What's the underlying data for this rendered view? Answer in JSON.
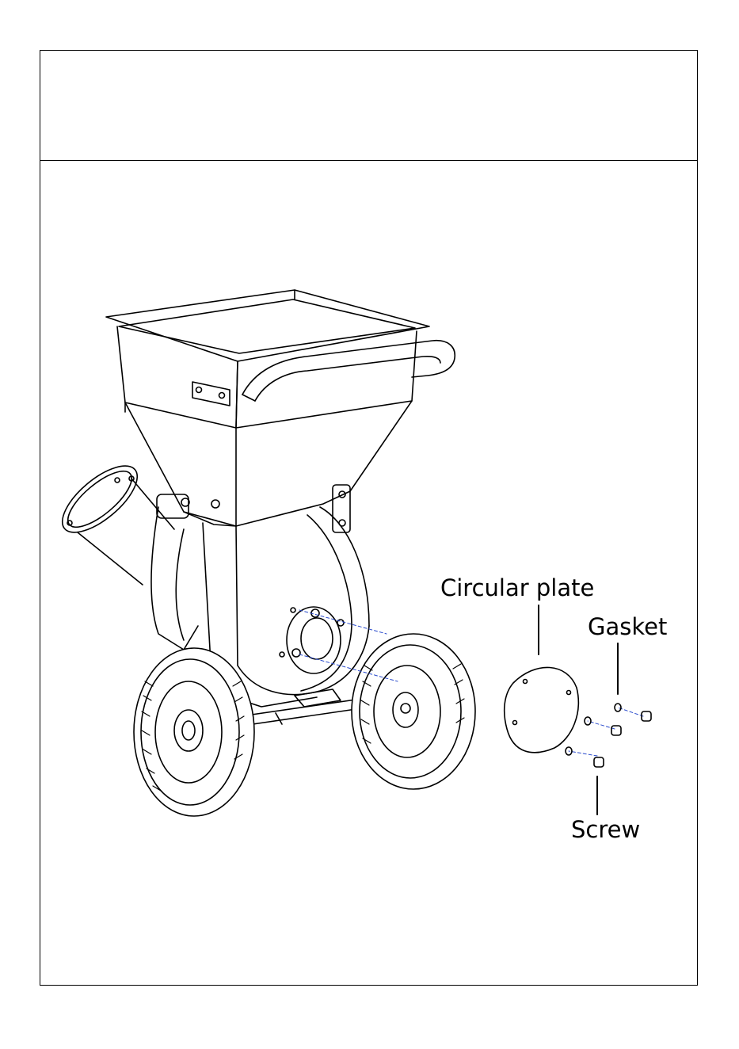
{
  "labels": {
    "circular_plate": "Circular plate",
    "gasket": "Gasket",
    "screw": "Screw"
  }
}
